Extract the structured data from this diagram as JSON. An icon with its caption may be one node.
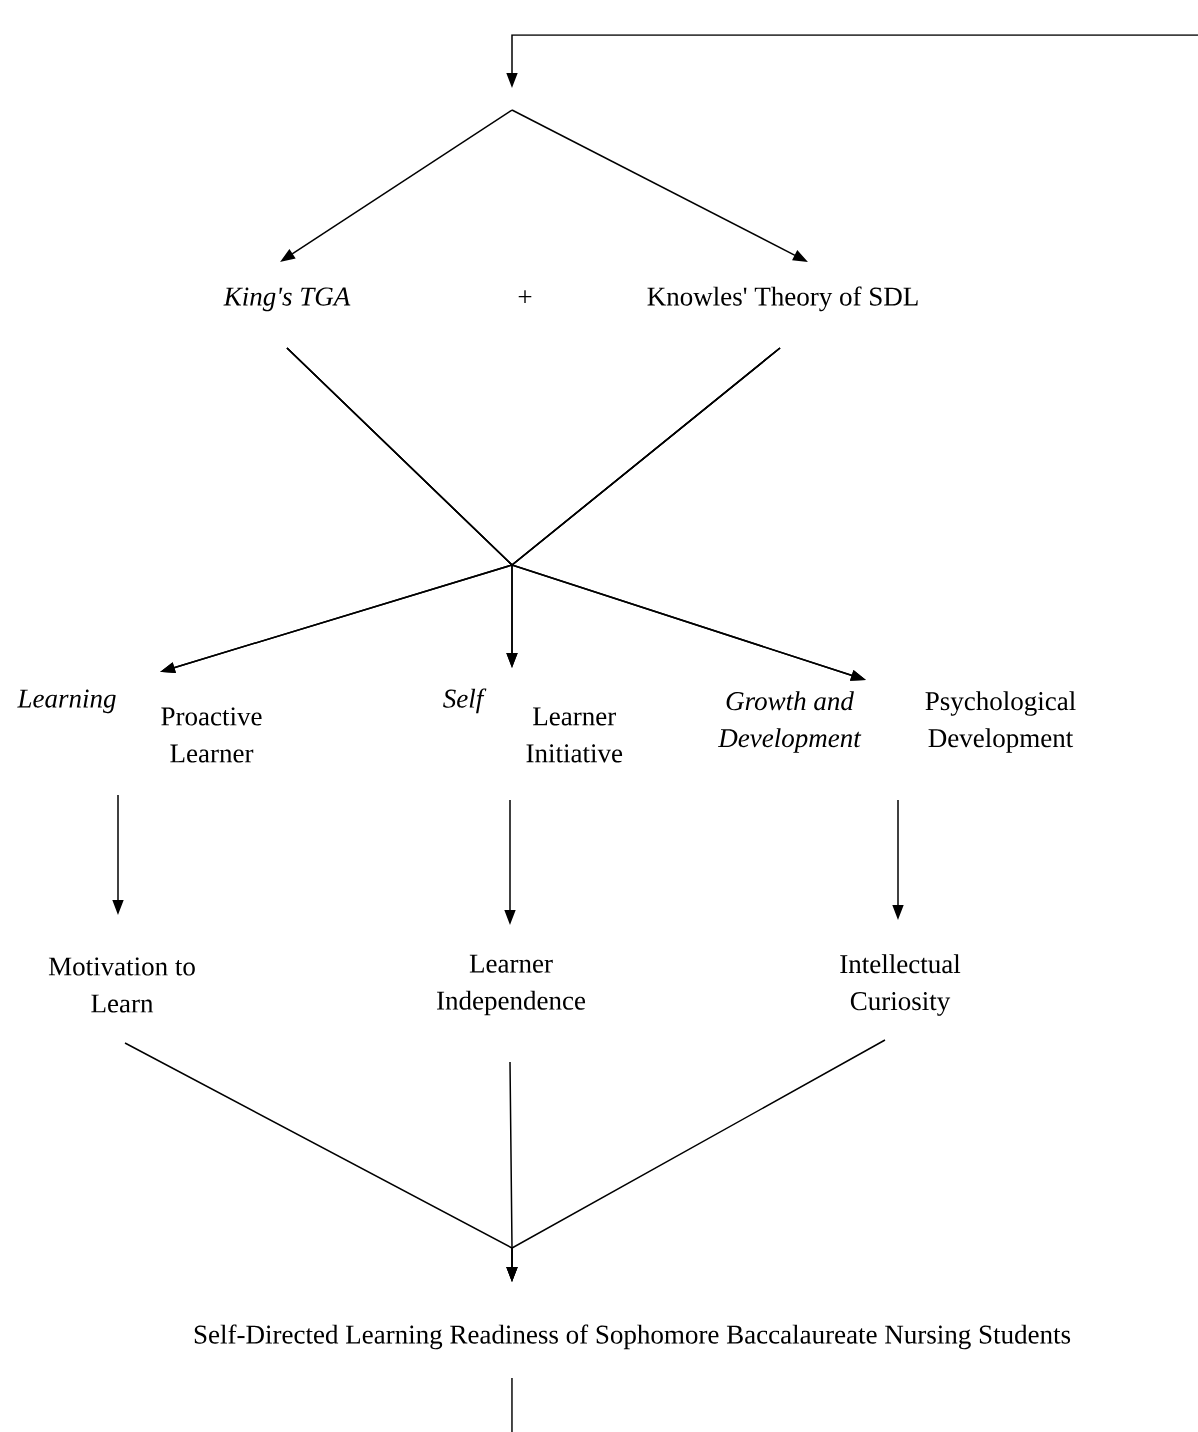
{
  "diagram": {
    "nodes": [
      {
        "text": [
          "King's TGA"
        ]
      },
      {
        "text": [
          "Knowles' Theory of SDL"
        ]
      },
      {
        "text": [
          "Learning",
          "Proactive Learner"
        ]
      },
      {
        "text": [
          "Self",
          "Learner Initiative"
        ]
      },
      {
        "text": [
          "Growth and Development",
          "Psychological Development"
        ]
      },
      {
        "text": [
          "Motivation to Learn"
        ]
      },
      {
        "text": [
          "Learner Independence"
        ]
      },
      {
        "text": [
          "Intellectual Curiosity"
        ]
      },
      {
        "text": [
          "Self-Directed Learning Readiness of Sophomore Baccalaureate Nursing Students"
        ]
      }
    ],
    "edges": [
      {
        "from": null,
        "to": 0,
        "arrow": "to"
      },
      {
        "from": null,
        "to": 1,
        "arrow": "to"
      },
      {
        "from": 0,
        "to": 2,
        "arrow": "to"
      },
      {
        "from": 0,
        "to": 3,
        "arrow": "to"
      },
      {
        "from": 0,
        "to": 4,
        "arrow": "to"
      },
      {
        "from": 1,
        "to": 2,
        "arrow": "to"
      },
      {
        "from": 1,
        "to": 3,
        "arrow": "to"
      },
      {
        "from": 1,
        "to": 4,
        "arrow": "to"
      },
      {
        "from": 2,
        "to": 5,
        "arrow": "to"
      },
      {
        "from": 3,
        "to": 6,
        "arrow": "to"
      },
      {
        "from": 4,
        "to": 7,
        "arrow": "to"
      },
      {
        "from": 5,
        "to": 8,
        "arrow": "to"
      },
      {
        "from": 6,
        "to": 8,
        "arrow": "to"
      },
      {
        "from": 7,
        "to": 8,
        "arrow": "to"
      },
      {
        "from": 8,
        "to": null,
        "arrow": "none"
      }
    ],
    "labels": [
      "+"
    ]
  }
}
